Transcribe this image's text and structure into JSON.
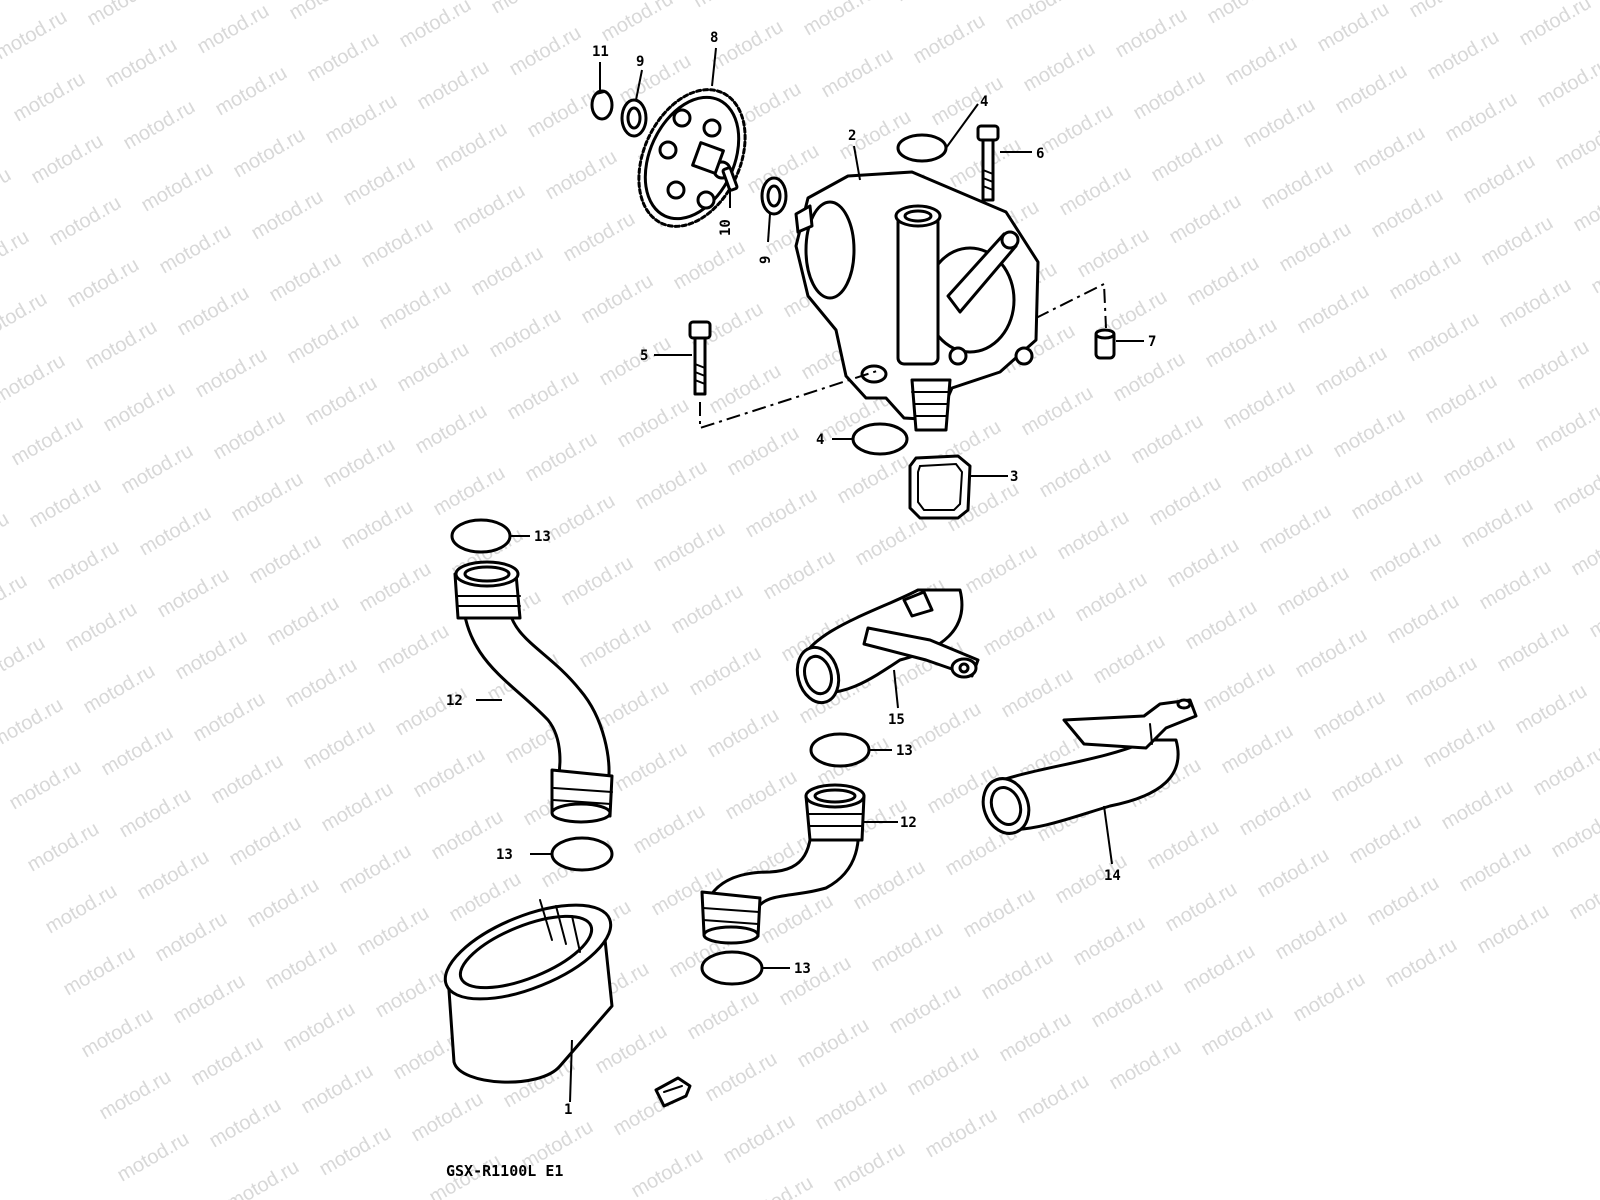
{
  "watermark": "motod.ru",
  "model_label": "GSX-R1100L E1",
  "callouts": {
    "c1": "1",
    "c2": "2",
    "c3": "3",
    "c4a": "4",
    "c4b": "4",
    "c5": "5",
    "c6": "6",
    "c7": "7",
    "c8": "8",
    "c9a": "9",
    "c9b": "9",
    "c10": "10",
    "c11": "11",
    "c12a": "12",
    "c12b": "12",
    "c13a": "13",
    "c13b": "13",
    "c13c": "13",
    "c13d": "13",
    "c14": "14",
    "c15": "15"
  }
}
